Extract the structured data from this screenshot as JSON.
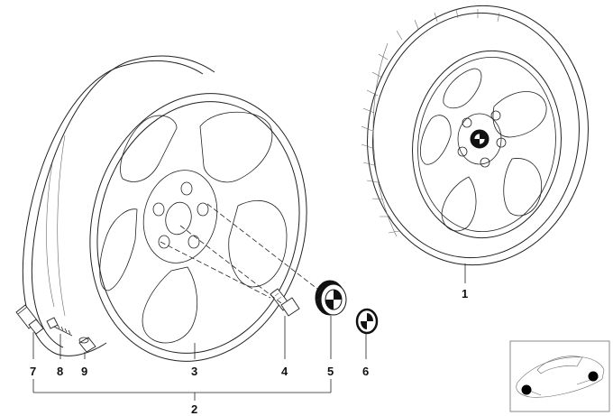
{
  "callouts": {
    "c1": "1",
    "c2": "2",
    "c3": "3",
    "c4": "4",
    "c5": "5",
    "c6": "6",
    "c7": "7",
    "c8": "8",
    "c9": "9"
  },
  "icons": {
    "thumbnail": "car-thumbnail-icon",
    "emblem": "bmw-roundel-icon"
  },
  "colors": {
    "line": "#222222",
    "background": "#ffffff",
    "highlight_dot": "#000000"
  }
}
